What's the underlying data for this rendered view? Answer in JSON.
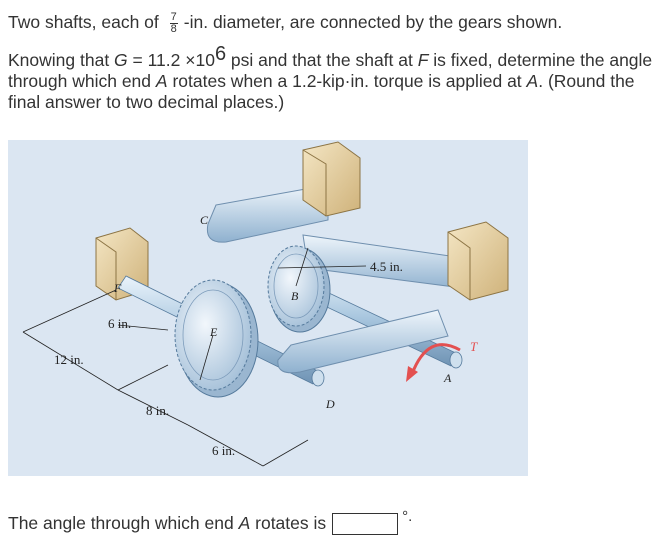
{
  "problem": {
    "line1_prefix": "Two shafts, each of",
    "fraction_num": "7",
    "fraction_den": "8",
    "line1_suffix": "-in. diameter, are connected by the gears shown.",
    "p2_a": "Knowing that ",
    "p2_G": "G",
    "p2_b": " = 11.2 ×10",
    "p2_exp": "6",
    "p2_c": " psi and that the shaft at ",
    "p2_F": "F",
    "p2_d": " is fixed, determine the angle through which end ",
    "p2_A": "A",
    "p2_e": " rotates when a 1.2-kip·in. torque is applied at ",
    "p2_A2": "A",
    "p2_f": ". (Round the final answer to two decimal places.)"
  },
  "figure": {
    "labels": {
      "C": "C",
      "F": "F",
      "B": "B",
      "E": "E",
      "D": "D",
      "A": "A",
      "T": "T",
      "dim_45": "4.5 in.",
      "dim_6a": "6 in.",
      "dim_12": "12 in.",
      "dim_8": "8 in.",
      "dim_6b": "6 in."
    },
    "colors": {
      "background": "#dbe6f2",
      "bracket": "#e8d4a8",
      "shaft": "#a9c7df",
      "gear": "#cfe0ee",
      "torque_arrow": "#e35050"
    }
  },
  "answer": {
    "prefix": "The angle through which end ",
    "A": "A",
    "suffix": " rotates is",
    "input_value": "",
    "unit": "°."
  }
}
